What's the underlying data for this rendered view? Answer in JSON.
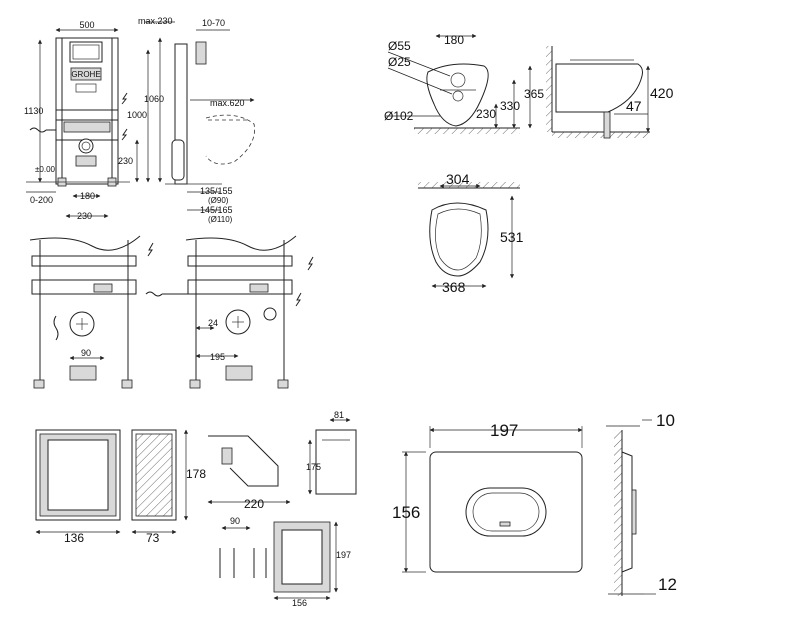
{
  "frame_drawing": {
    "dims": {
      "w500": "500",
      "max230": "max.230",
      "r1070": "10-70",
      "h1130": "1130",
      "h1060": "1060",
      "h1000": "1000",
      "max620": "max.620",
      "h230": "230",
      "pm0": "±0.00",
      "r0200": "0-200",
      "w180": "180",
      "w230": "230",
      "d135155": "135/155",
      "d90": "(Ø90)",
      "d145165": "145/165",
      "d110": "(Ø110)"
    },
    "logo": "GROHE"
  },
  "install_views": {
    "left_dim": "90",
    "right_dim_a": "24",
    "right_dim_b": "195"
  },
  "toilet_front": {
    "dims": {
      "w180": "180",
      "d55": "Ø55",
      "d25": "Ø25",
      "d102": "Ø102",
      "h365": "365",
      "h330": "330",
      "h230": "230"
    }
  },
  "toilet_side": {
    "dims": {
      "h420": "420",
      "h47": "47"
    }
  },
  "toilet_top": {
    "dims": {
      "w304": "304",
      "h531": "531",
      "w368": "368"
    }
  },
  "accessories": {
    "dims": {
      "w136": "136",
      "w73": "73",
      "h178": "178",
      "w220": "220",
      "w81": "81",
      "h175": "175",
      "w90": "90",
      "h197": "197",
      "w156": "156"
    }
  },
  "flush_plate": {
    "dims": {
      "w197": "197",
      "h156": "156",
      "d10": "10",
      "d12": "12"
    }
  }
}
